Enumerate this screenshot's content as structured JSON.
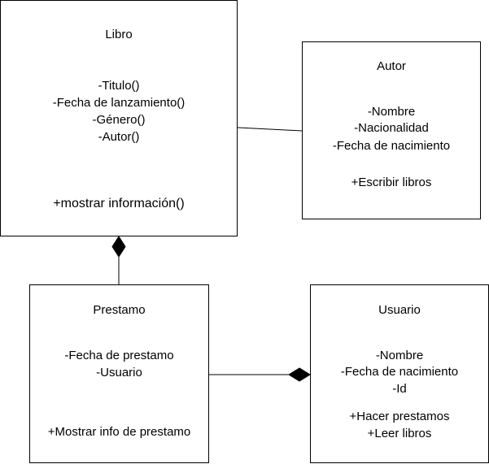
{
  "libro": {
    "name": "Libro",
    "attributes": [
      "-Titulo()",
      "-Fecha de lanzamiento()",
      "-Género()",
      "-Autor()"
    ],
    "method": "+mostrar información()"
  },
  "autor": {
    "name": "Autor",
    "attributes": [
      "-Nombre",
      "-Nacionalidad",
      "-Fecha de nacimiento"
    ],
    "method": "+Escribir libros"
  },
  "prestamo": {
    "name": "Prestamo",
    "attributes": [
      "-Fecha de prestamo",
      "-Usuario"
    ],
    "method": "+Mostrar info de prestamo"
  },
  "usuario": {
    "name": "Usuario",
    "attributes": [
      "-Nombre",
      "-Fecha de nacimiento",
      "-Id"
    ],
    "methods": [
      "+Hacer prestamos",
      "+Leer libros"
    ]
  }
}
